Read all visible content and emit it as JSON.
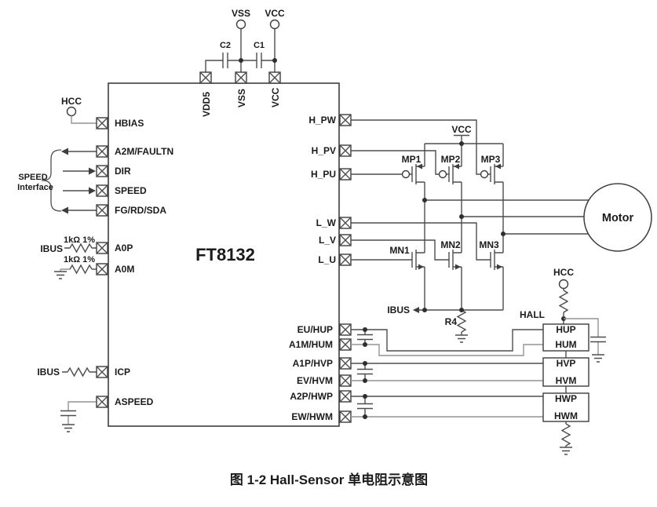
{
  "page": {
    "caption": "图 1-2 Hall-Sensor 单电阻示意图"
  },
  "chip": {
    "part_number": "FT8132",
    "top_pins": [
      "VDD5",
      "VSS",
      "VCC"
    ],
    "left_pins": [
      "HBIAS",
      "A2M/FAULTN",
      "DIR",
      "SPEED",
      "FG/RD/SDA",
      "A0P",
      "A0M",
      "ICP",
      "ASPEED"
    ],
    "right_pins": [
      "H_PW",
      "H_PV",
      "H_PU",
      "L_W",
      "L_V",
      "L_U",
      "EU/HUP",
      "A1M/HUM",
      "A1P/HVP",
      "EV/HVM",
      "A2P/HWP",
      "EW/HWM"
    ]
  },
  "power": {
    "vss_terminal": "VSS",
    "vcc_terminal": "VCC",
    "hcc_terminal": "HCC",
    "bridge_vcc": "VCC",
    "hall_hcc": "HCC"
  },
  "interface_group": {
    "line1": "SPEED",
    "line2": "Interface"
  },
  "nets": {
    "ibus_a0p": "IBUS",
    "ibus_icp": "IBUS",
    "ibus_sense": "IBUS"
  },
  "components": {
    "c2": "C2",
    "c1": "C1",
    "r_a0p": "1kΩ 1%",
    "r_a0m": "1kΩ 1%",
    "r4": "R4"
  },
  "transistors": {
    "mp1": "MP1",
    "mp2": "MP2",
    "mp3": "MP3",
    "mn1": "MN1",
    "mn2": "MN2",
    "mn3": "MN3"
  },
  "motor": {
    "label": "Motor"
  },
  "hall": {
    "title": "HALL",
    "u_p": "HUP",
    "u_m": "HUM",
    "v_p": "HVP",
    "v_m": "HVM",
    "w_p": "HWP",
    "w_m": "HWM"
  },
  "colors": {
    "wire": "#4d4d4d",
    "wire_light": "#949494",
    "text": "#1b1b1b"
  }
}
